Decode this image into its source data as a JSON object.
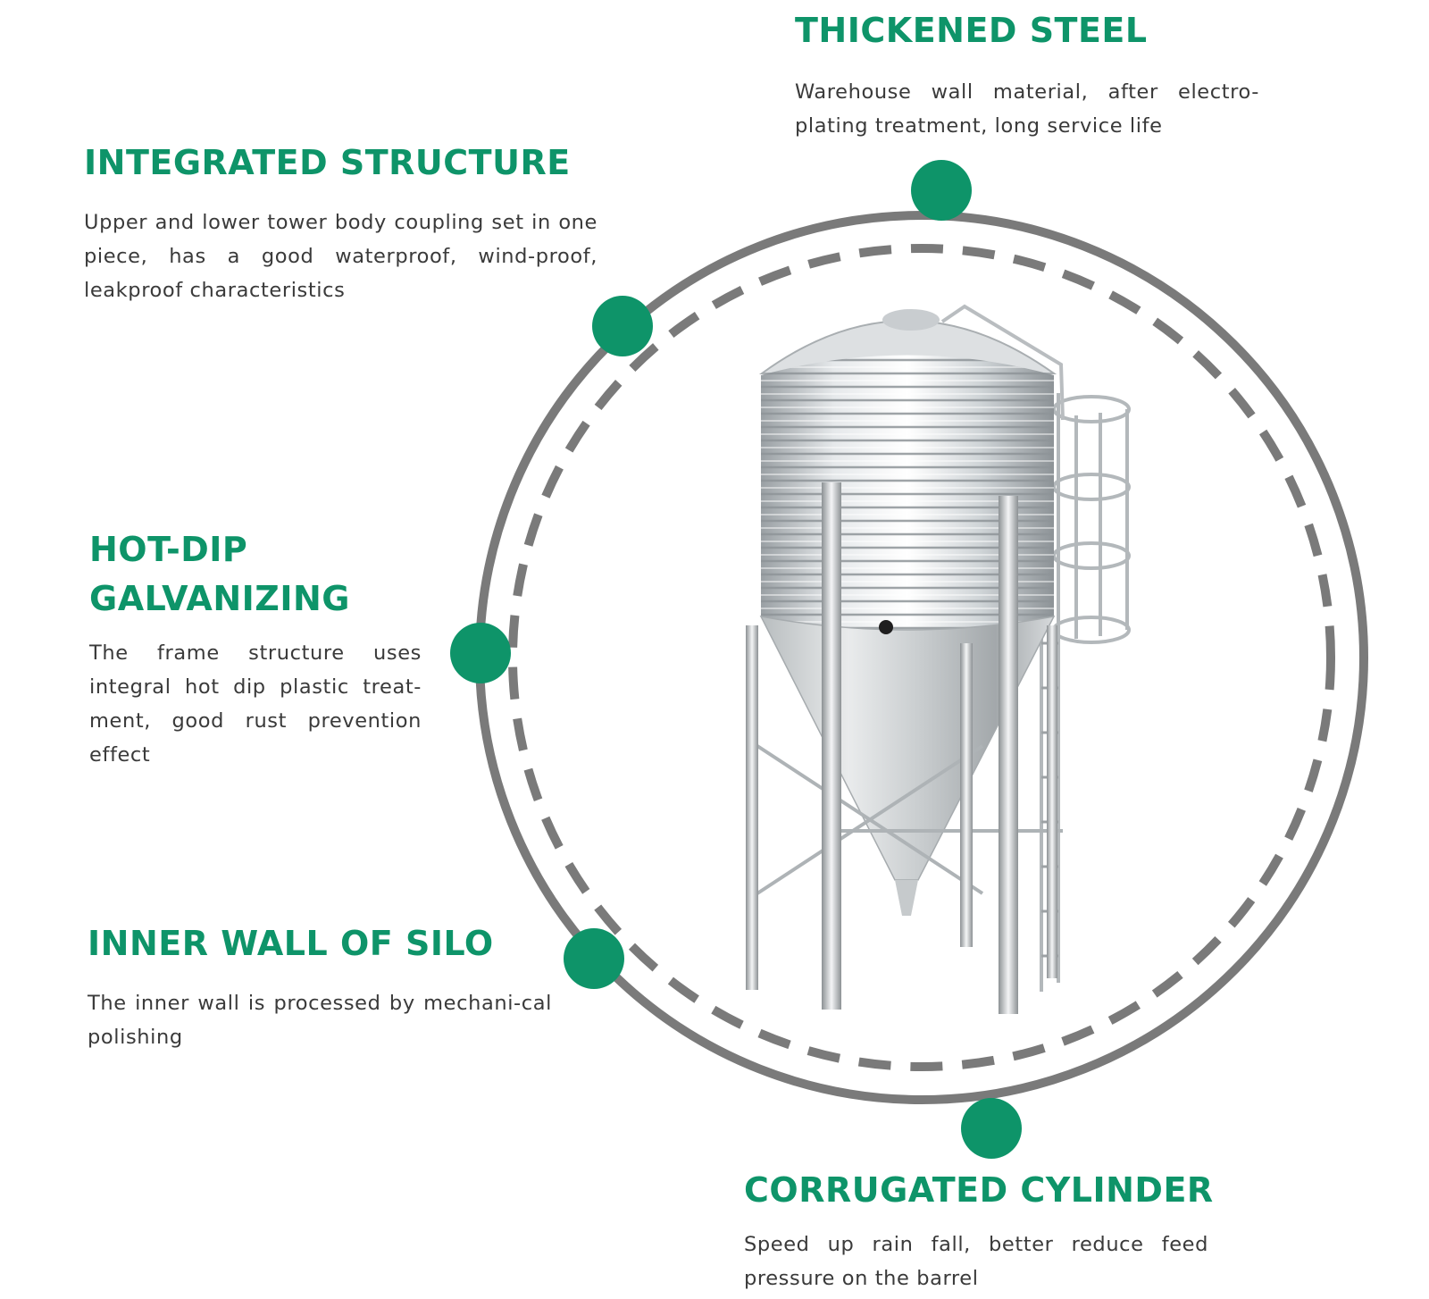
{
  "colors": {
    "accent": "#0e9469",
    "ring": "#7a7a7a",
    "body_text": "#3a3a3a",
    "background": "#ffffff"
  },
  "illustration": "galvanized-steel-feed-silo",
  "features": {
    "thickened_steel": {
      "title": "THICKENED STEEL",
      "text": "Warehouse wall material, after electro-plating treatment, long service life"
    },
    "integrated_structure": {
      "title": "INTEGRATED STRUCTURE",
      "text": "Upper and lower tower body coupling set in one piece, has a good waterproof, wind-proof, leakproof characteristics"
    },
    "hot_dip": {
      "title": "HOT-DIP GALVANIZING",
      "text": "The frame structure uses integral hot dip plastic treat-ment, good rust prevention effect"
    },
    "inner_wall": {
      "title": "INNER WALL OF SILO",
      "text": "The inner wall is processed by mechani-cal polishing"
    },
    "corrugated": {
      "title": "CORRUGATED CYLINDER",
      "text": "Speed up rain fall, better reduce feed pressure on the barrel"
    }
  }
}
